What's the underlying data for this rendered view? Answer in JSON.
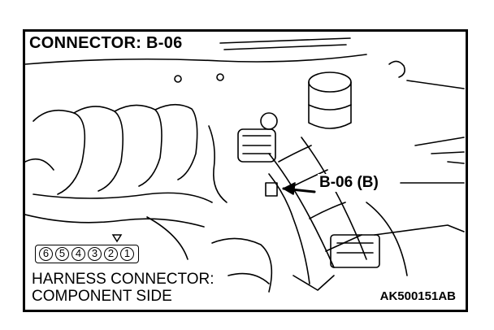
{
  "title": "CONNECTOR: B-06",
  "callout_label": "B-06 (B)",
  "connector_pins": [
    "6",
    "5",
    "4",
    "3",
    "2",
    "1"
  ],
  "caption": {
    "line1": "HARNESS CONNECTOR:",
    "line2": "COMPONENT SIDE"
  },
  "figure_code": "AK500151AB"
}
